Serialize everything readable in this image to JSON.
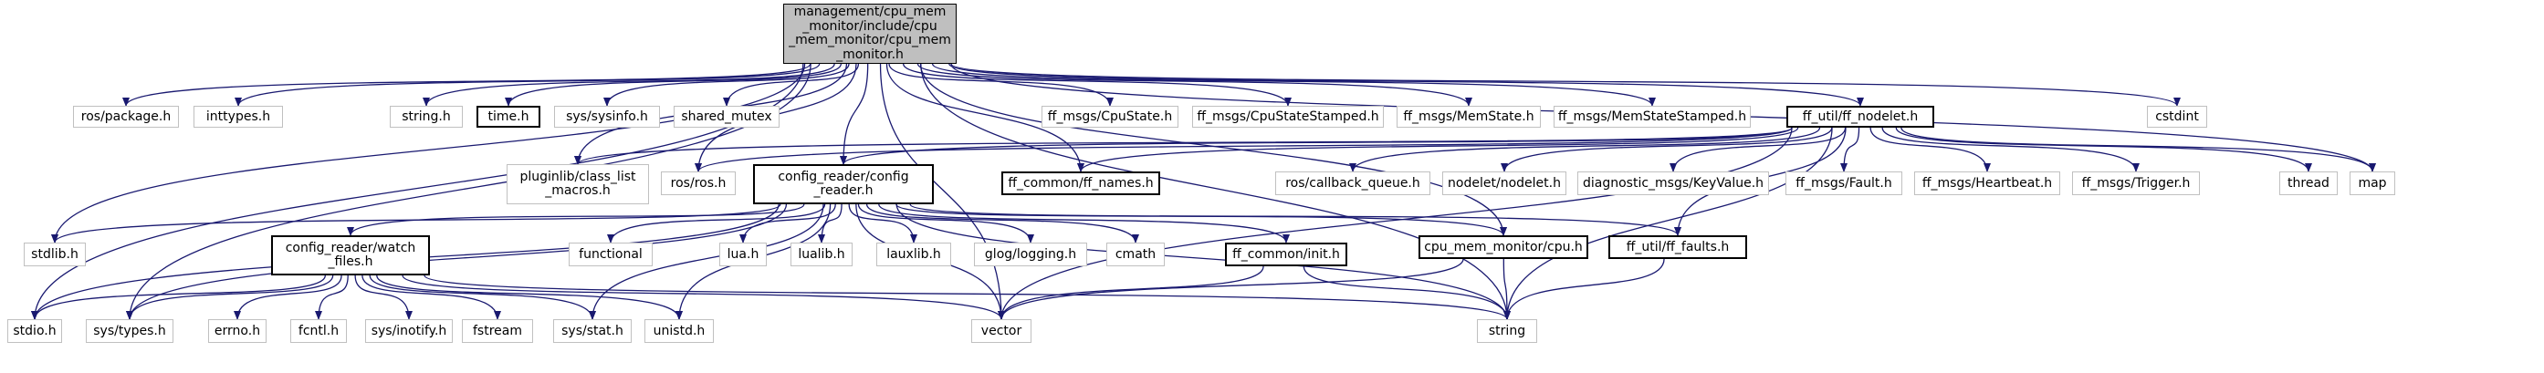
{
  "graph": {
    "nodes": [
      {
        "id": "root",
        "label": "management/cpu_mem\n_monitor/include/cpu\n_mem_monitor/cpu_mem\n_monitor.h",
        "kind": "root"
      },
      {
        "id": "ros_package",
        "label": "ros/package.h",
        "kind": "system"
      },
      {
        "id": "inttypes",
        "label": "inttypes.h",
        "kind": "system"
      },
      {
        "id": "stdio",
        "label": "stdio.h",
        "kind": "system"
      },
      {
        "id": "stdlib",
        "label": "stdlib.h",
        "kind": "system"
      },
      {
        "id": "sys_types",
        "label": "sys/types.h",
        "kind": "system"
      },
      {
        "id": "string_h",
        "label": "string.h",
        "kind": "system"
      },
      {
        "id": "time_h",
        "label": "time.h",
        "kind": "documented"
      },
      {
        "id": "sys_sysinfo",
        "label": "sys/sysinfo.h",
        "kind": "system"
      },
      {
        "id": "shared_mutex",
        "label": "shared_mutex",
        "kind": "system"
      },
      {
        "id": "ros_ros",
        "label": "ros/ros.h",
        "kind": "system"
      },
      {
        "id": "pluginlib",
        "label": "pluginlib/class_list\n_macros.h",
        "kind": "system"
      },
      {
        "id": "config_reader",
        "label": "config_reader/config\n_reader.h",
        "kind": "documented"
      },
      {
        "id": "ff_names",
        "label": "ff_common/ff_names.h",
        "kind": "documented"
      },
      {
        "id": "cpustate",
        "label": "ff_msgs/CpuState.h",
        "kind": "system"
      },
      {
        "id": "cpustate_stamped",
        "label": "ff_msgs/CpuStateStamped.h",
        "kind": "system"
      },
      {
        "id": "memstate",
        "label": "ff_msgs/MemState.h",
        "kind": "system"
      },
      {
        "id": "memstate_stamped",
        "label": "ff_msgs/MemStateStamped.h",
        "kind": "system"
      },
      {
        "id": "ff_nodelet",
        "label": "ff_util/ff_nodelet.h",
        "kind": "documented"
      },
      {
        "id": "cstdint",
        "label": "cstdint",
        "kind": "system"
      },
      {
        "id": "callback_queue",
        "label": "ros/callback_queue.h",
        "kind": "system"
      },
      {
        "id": "nodelet",
        "label": "nodelet/nodelet.h",
        "kind": "system"
      },
      {
        "id": "keyvalue",
        "label": "diagnostic_msgs/KeyValue.h",
        "kind": "system"
      },
      {
        "id": "fault",
        "label": "ff_msgs/Fault.h",
        "kind": "system"
      },
      {
        "id": "heartbeat",
        "label": "ff_msgs/Heartbeat.h",
        "kind": "system"
      },
      {
        "id": "trigger",
        "label": "ff_msgs/Trigger.h",
        "kind": "system"
      },
      {
        "id": "thread",
        "label": "thread",
        "kind": "system"
      },
      {
        "id": "map",
        "label": "map",
        "kind": "system"
      },
      {
        "id": "watch_files",
        "label": "config_reader/watch\n_files.h",
        "kind": "documented"
      },
      {
        "id": "functional",
        "label": "functional",
        "kind": "system"
      },
      {
        "id": "lua",
        "label": "lua.h",
        "kind": "system"
      },
      {
        "id": "lualib",
        "label": "lualib.h",
        "kind": "system"
      },
      {
        "id": "lauxlib",
        "label": "lauxlib.h",
        "kind": "system"
      },
      {
        "id": "glog",
        "label": "glog/logging.h",
        "kind": "system"
      },
      {
        "id": "cmath",
        "label": "cmath",
        "kind": "system"
      },
      {
        "id": "ff_init",
        "label": "ff_common/init.h",
        "kind": "documented"
      },
      {
        "id": "cpu_h",
        "label": "cpu_mem_monitor/cpu.h",
        "kind": "documented"
      },
      {
        "id": "ff_faults",
        "label": "ff_util/ff_faults.h",
        "kind": "documented"
      },
      {
        "id": "errno",
        "label": "errno.h",
        "kind": "system"
      },
      {
        "id": "fcntl",
        "label": "fcntl.h",
        "kind": "system"
      },
      {
        "id": "inotify",
        "label": "sys/inotify.h",
        "kind": "system"
      },
      {
        "id": "fstream",
        "label": "fstream",
        "kind": "system"
      },
      {
        "id": "sys_stat",
        "label": "sys/stat.h",
        "kind": "system"
      },
      {
        "id": "unistd",
        "label": "unistd.h",
        "kind": "system"
      },
      {
        "id": "vector",
        "label": "vector",
        "kind": "system"
      },
      {
        "id": "string",
        "label": "string",
        "kind": "system"
      }
    ],
    "edges": [
      [
        "root",
        "ros_package"
      ],
      [
        "root",
        "inttypes"
      ],
      [
        "root",
        "stdio"
      ],
      [
        "root",
        "stdlib"
      ],
      [
        "root",
        "sys_types"
      ],
      [
        "root",
        "string_h"
      ],
      [
        "root",
        "time_h"
      ],
      [
        "root",
        "sys_sysinfo"
      ],
      [
        "root",
        "shared_mutex"
      ],
      [
        "root",
        "ros_ros"
      ],
      [
        "root",
        "pluginlib"
      ],
      [
        "root",
        "config_reader"
      ],
      [
        "root",
        "ff_names"
      ],
      [
        "root",
        "cpustate"
      ],
      [
        "root",
        "cpustate_stamped"
      ],
      [
        "root",
        "memstate"
      ],
      [
        "root",
        "memstate_stamped"
      ],
      [
        "root",
        "ff_nodelet"
      ],
      [
        "root",
        "cstdint"
      ],
      [
        "root",
        "map"
      ],
      [
        "root",
        "vector"
      ],
      [
        "root",
        "cpu_h"
      ],
      [
        "root",
        "string"
      ],
      [
        "ff_nodelet",
        "ros_ros"
      ],
      [
        "ff_nodelet",
        "pluginlib"
      ],
      [
        "ff_nodelet",
        "config_reader"
      ],
      [
        "ff_nodelet",
        "ff_names"
      ],
      [
        "ff_nodelet",
        "callback_queue"
      ],
      [
        "ff_nodelet",
        "nodelet"
      ],
      [
        "ff_nodelet",
        "keyvalue"
      ],
      [
        "ff_nodelet",
        "fault"
      ],
      [
        "ff_nodelet",
        "heartbeat"
      ],
      [
        "ff_nodelet",
        "trigger"
      ],
      [
        "ff_nodelet",
        "thread"
      ],
      [
        "ff_nodelet",
        "map"
      ],
      [
        "ff_nodelet",
        "vector"
      ],
      [
        "ff_nodelet",
        "string"
      ],
      [
        "ff_nodelet",
        "ff_faults"
      ],
      [
        "config_reader",
        "stdlib"
      ],
      [
        "config_reader",
        "stdio"
      ],
      [
        "config_reader",
        "sys_types"
      ],
      [
        "config_reader",
        "watch_files"
      ],
      [
        "config_reader",
        "functional"
      ],
      [
        "config_reader",
        "lua"
      ],
      [
        "config_reader",
        "lualib"
      ],
      [
        "config_reader",
        "lauxlib"
      ],
      [
        "config_reader",
        "glog"
      ],
      [
        "config_reader",
        "cmath"
      ],
      [
        "config_reader",
        "ff_init"
      ],
      [
        "config_reader",
        "cpu_h"
      ],
      [
        "config_reader",
        "ff_faults"
      ],
      [
        "config_reader",
        "vector"
      ],
      [
        "config_reader",
        "string"
      ],
      [
        "config_reader",
        "sys_stat"
      ],
      [
        "config_reader",
        "unistd"
      ],
      [
        "watch_files",
        "stdio"
      ],
      [
        "watch_files",
        "sys_types"
      ],
      [
        "watch_files",
        "errno"
      ],
      [
        "watch_files",
        "fcntl"
      ],
      [
        "watch_files",
        "inotify"
      ],
      [
        "watch_files",
        "fstream"
      ],
      [
        "watch_files",
        "sys_stat"
      ],
      [
        "watch_files",
        "unistd"
      ],
      [
        "watch_files",
        "vector"
      ],
      [
        "watch_files",
        "string"
      ],
      [
        "ff_init",
        "vector"
      ],
      [
        "ff_init",
        "string"
      ],
      [
        "cpu_h",
        "vector"
      ],
      [
        "cpu_h",
        "string"
      ],
      [
        "ff_faults",
        "string"
      ]
    ]
  },
  "colors": {
    "edge": "#191970",
    "system_border": "#c0c0c0",
    "documented_border": "#000000",
    "root_fill": "#bfbfbf"
  }
}
